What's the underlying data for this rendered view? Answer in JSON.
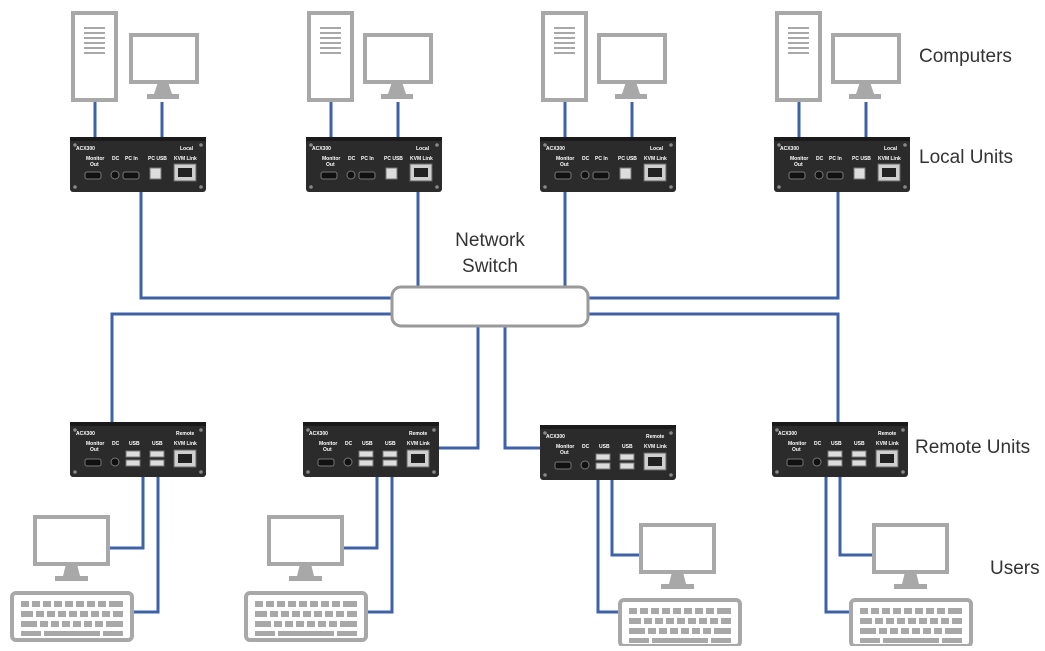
{
  "labels": {
    "computers": "Computers",
    "local_units": "Local Units",
    "network_switch_line1": "Network",
    "network_switch_line2": "Switch",
    "remote_units": "Remote Units",
    "users": "Users"
  },
  "device_text": {
    "model": "ACX300",
    "local": "Local",
    "remote": "Remote",
    "monitor_out_1": "Monitor",
    "monitor_out_2": "Out",
    "dc": "DC",
    "pc_in": "PC In",
    "pc_usb": "PC USB",
    "usb": "USB",
    "kvm_link": "KVM Link"
  },
  "colors": {
    "cable": "#3d62a8",
    "device_body": "#2b2b2b",
    "equipment_gray": "#a8a8a8",
    "switch_border": "#9a9a9a",
    "text": "#333333"
  }
}
